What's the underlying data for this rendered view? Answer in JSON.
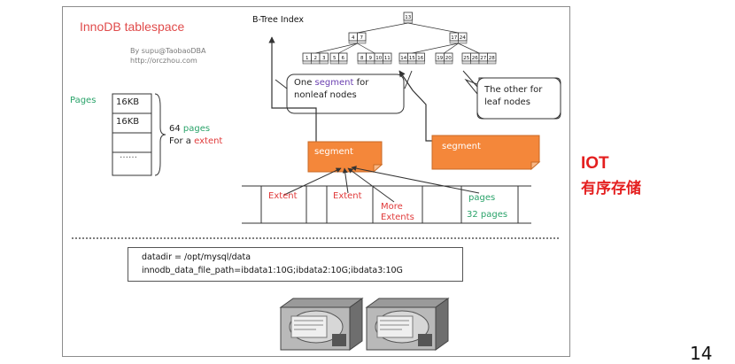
{
  "title": "InnoDB tablespace",
  "credit_author": "By supu@TaobaoDBA",
  "credit_url": "http://orczhou.com",
  "btree_label": "B-Tree Index",
  "btree": {
    "root": [
      "13"
    ],
    "level1": [
      [
        "4",
        "7"
      ],
      [
        "17",
        "24"
      ]
    ],
    "leaves": [
      [
        "1",
        "2",
        "3"
      ],
      [
        "5",
        "6"
      ],
      [
        "8",
        "9",
        "10",
        "11"
      ],
      [
        "14",
        "15",
        "16"
      ],
      [
        "19",
        "20"
      ],
      [
        "25",
        "26",
        "27",
        "28"
      ]
    ]
  },
  "pages_label": "Pages",
  "page_cells": [
    "16KB",
    "16KB",
    "……"
  ],
  "extent_note": {
    "count_text": "64 ",
    "pages_word": "pages",
    "for_text": "For a ",
    "extent_word": "extent"
  },
  "callout_nonleaf": {
    "pre": "One ",
    "segment_word": "segment",
    "post": " for",
    "line2": "nonleaf nodes"
  },
  "callout_leaf": {
    "line1": "The other for",
    "line2": "leaf nodes"
  },
  "segment_labels": [
    "segment",
    "segment"
  ],
  "extents_row": {
    "cell1": "Extent",
    "cell2": "Extent",
    "cell3_line1": "More",
    "cell3_line2": "Extents",
    "cell4_line1": "pages",
    "cell4_line2": "32 pages"
  },
  "config": {
    "line1": "datadir = /opt/mysql/data",
    "line2": "innodb_data_file_path=ibdata1:10G;ibdata2:10G;ibdata3:10G"
  },
  "iot": "IOT",
  "iot_sub": "有序存储",
  "page_number": "14",
  "colors": {
    "title": "#e04b4b",
    "green": "#2aa36a",
    "red": "#e03a3a",
    "purple": "#6a3fb0",
    "segment_fill": "#f4873a",
    "iot": "#e41f1f"
  }
}
